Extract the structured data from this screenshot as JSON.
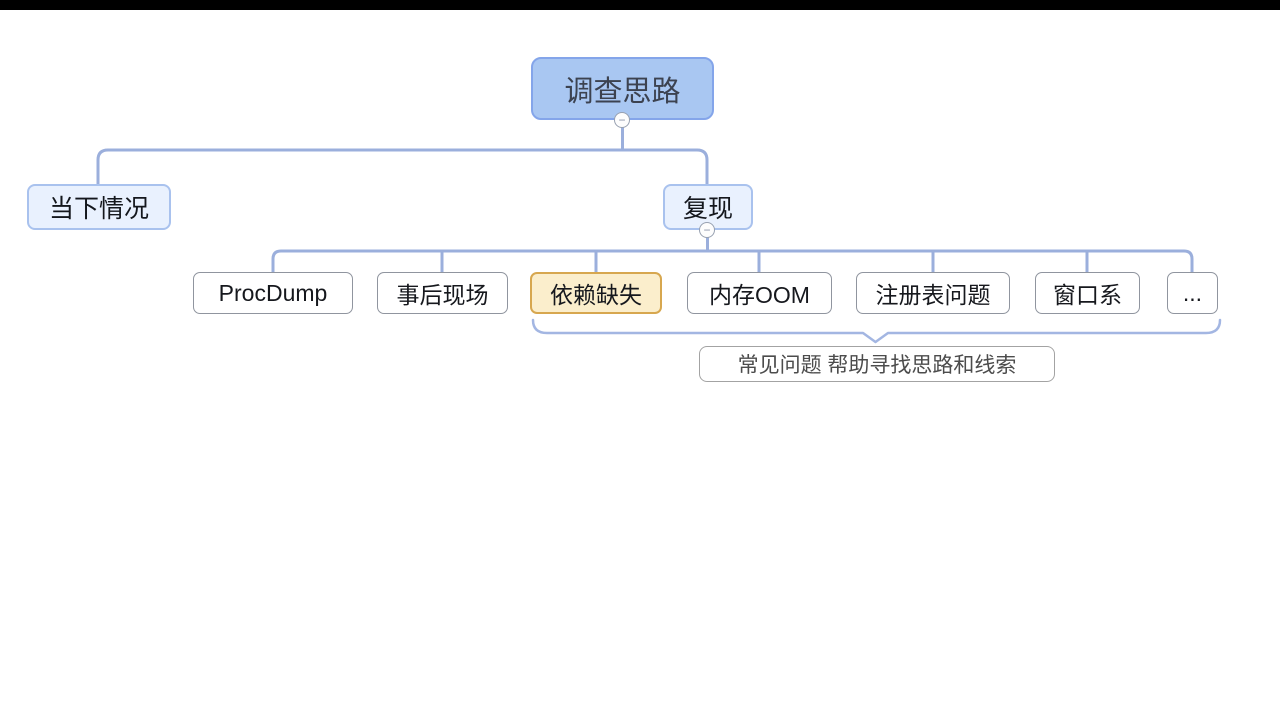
{
  "canvas": {
    "background_color": "#ffffff",
    "letterbox_top_color": "#000000"
  },
  "colors": {
    "root_fill": "#a9c7f2",
    "root_border": "#84a5ea",
    "branch_fill": "#e9f1fe",
    "branch_border": "#a9c2ee",
    "subtopic_fill": "#ffffff",
    "subtopic_border": "#90959f",
    "highlight_fill": "#fbeecc",
    "highlight_border": "#d7a74f",
    "connector": "#9bafdc",
    "brace": "#a3b6e2"
  },
  "mindmap": {
    "root": {
      "label": "调查思路",
      "collapse_glyph": "−"
    },
    "branches": [
      {
        "label": "当下情况"
      },
      {
        "label": "复现",
        "collapse_glyph": "−"
      }
    ],
    "children": [
      {
        "label": "ProcDump",
        "style": "plain"
      },
      {
        "label": "事后现场",
        "style": "plain"
      },
      {
        "label": "依赖缺失",
        "style": "highlight"
      },
      {
        "label": "内存OOM",
        "style": "plain"
      },
      {
        "label": "注册表问题",
        "style": "plain"
      },
      {
        "label": "窗口系",
        "style": "plain"
      },
      {
        "label": "...",
        "style": "plain"
      }
    ],
    "summary": {
      "label": "常见问题 帮助寻找思路和线索"
    }
  }
}
